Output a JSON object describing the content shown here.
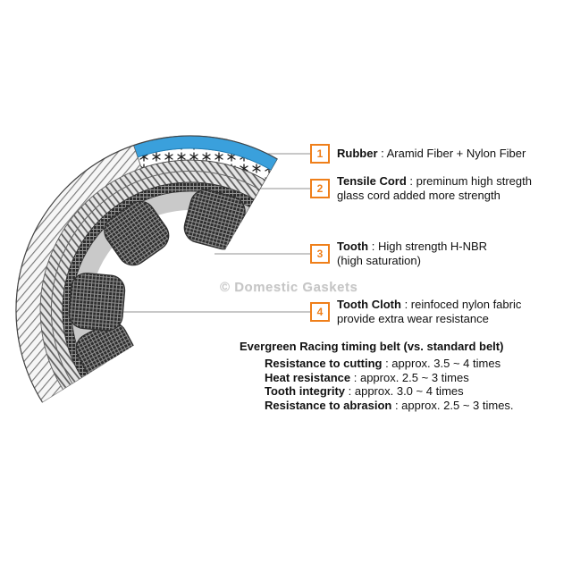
{
  "diagram": {
    "watermark": "© Domestic Gaskets",
    "accent_color": "#ef7f1a",
    "belt_back_color": "#3aa0dc"
  },
  "callouts": [
    {
      "num": "1",
      "title": "Rubber",
      "desc": " : Aramid Fiber + Nylon Fiber"
    },
    {
      "num": "2",
      "title": "Tensile Cord",
      "desc": " : preminum high stregth\nglass cord added more strength"
    },
    {
      "num": "3",
      "title": "Tooth",
      "desc": " : High strength H-NBR\n(high saturation)"
    },
    {
      "num": "4",
      "title": "Tooth Cloth",
      "desc": " : reinfoced nylon fabric\nprovide extra wear resistance"
    }
  ],
  "comparison": {
    "title": "Evergreen Racing timing belt (vs. standard belt)",
    "items": [
      {
        "label": "Resistance to cutting",
        "value": " : approx. 3.5 ~ 4 times"
      },
      {
        "label": "Heat resistance",
        "value": " : approx. 2.5 ~ 3 times"
      },
      {
        "label": "Tooth integrity",
        "value": " : approx. 3.0 ~ 4 times"
      },
      {
        "label": "Resistance to abrasion",
        "value": " : approx. 2.5 ~ 3 times."
      }
    ]
  }
}
